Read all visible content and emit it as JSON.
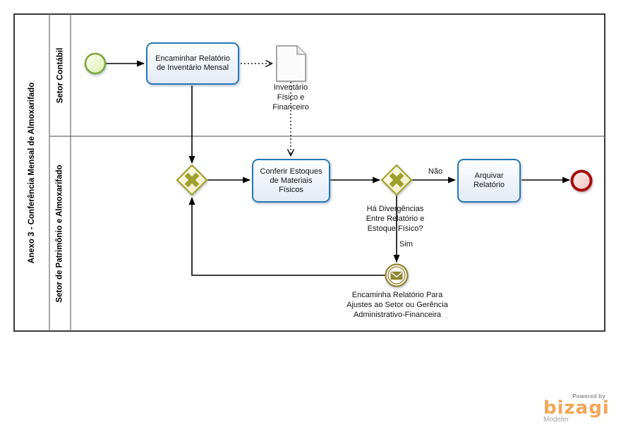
{
  "pool": {
    "title": "Anexo 3 - Conferência Mensal de Almoxarifado",
    "lanes": [
      {
        "name": "Setor Contábil"
      },
      {
        "name": "Setor de Patrimônio e Almoxarifado"
      }
    ]
  },
  "nodes": {
    "task_encaminhar": {
      "label": "Encaminhar Relatório de Inventário Mensal"
    },
    "data_object": {
      "label": "Inventário Físico e Financeiro"
    },
    "task_conferir": {
      "label": "Conferir Estoques de Materiais Físicos"
    },
    "gateway_decision": {
      "label": "Há Divergências Entre Relatório e Estoque Físico?"
    },
    "task_arquivar": {
      "label": "Arquivar Relatório"
    },
    "message_event": {
      "label": "Encaminha Relatório Para Ajustes ao Setor ou Gerência Administrativo-Financeira"
    }
  },
  "flows": {
    "no_label": "Não",
    "yes_label": "Sim"
  },
  "branding": {
    "powered_by": "Powered by",
    "brand": "bizagi",
    "product": "Modeler"
  },
  "colors": {
    "task_border": "#2377B6",
    "gateway_olive": "#A2A32F",
    "start_green": "#7CA63C",
    "end_red": "#A30D0D",
    "message_olive": "#91842D",
    "brand_orange": "#F2A558"
  }
}
